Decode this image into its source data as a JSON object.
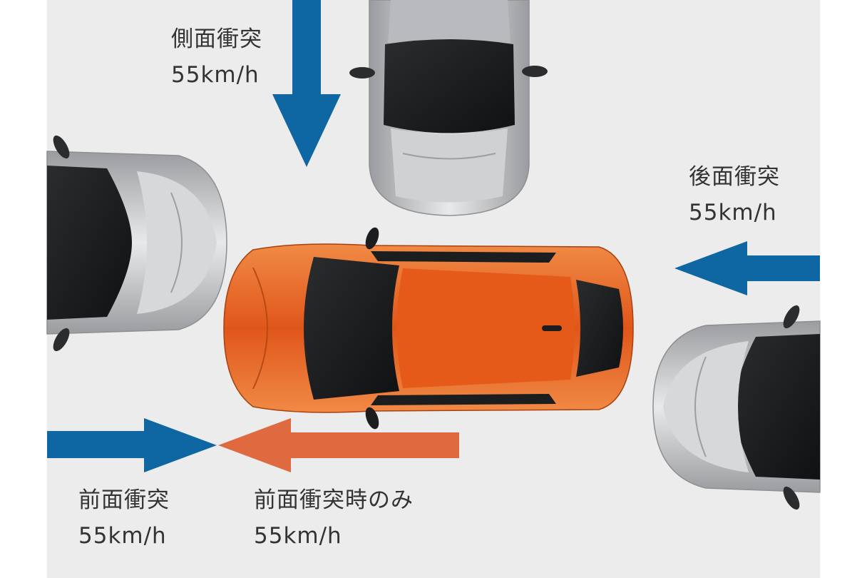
{
  "colors": {
    "background": "#ececec",
    "blue_arrow": "#0e66a3",
    "orange_arrow": "#e06a40",
    "orange_car": "#e8601c",
    "silver_car": "#c4c6c8",
    "text": "#333333"
  },
  "labels": {
    "side": {
      "title": "側面衝突",
      "speed": "55km/h"
    },
    "rear": {
      "title": "後面衝突",
      "speed": "55km/h"
    },
    "front": {
      "title": "前面衝突",
      "speed": "55km/h"
    },
    "front_only": {
      "title": "前面衝突時のみ",
      "speed": "55km/h"
    }
  }
}
